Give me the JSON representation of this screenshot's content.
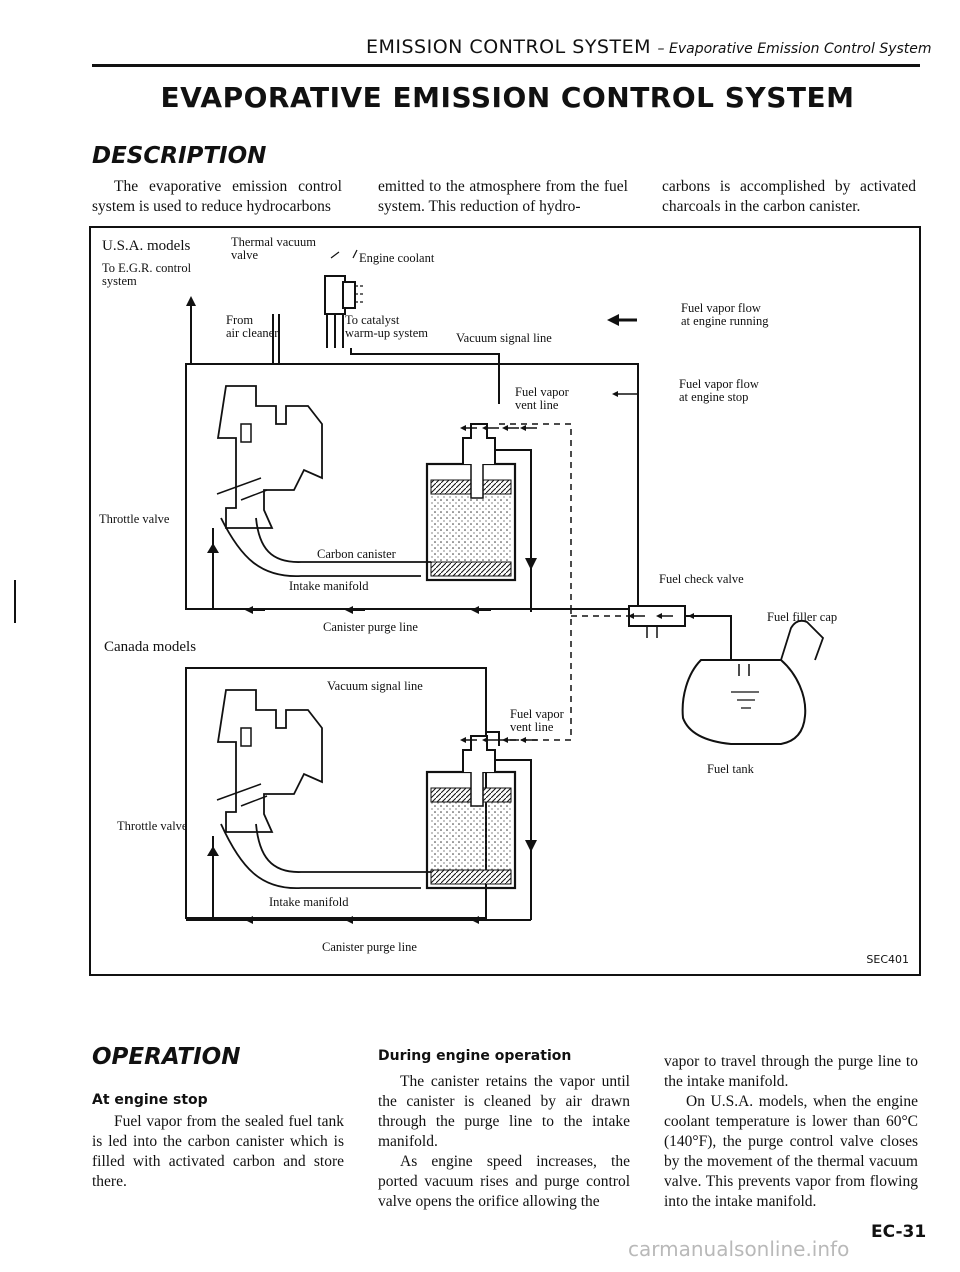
{
  "header": {
    "section": "EMISSION CONTROL SYSTEM",
    "subsection": "– Evaporative Emission Control System"
  },
  "title": "EVAPORATIVE EMISSION CONTROL SYSTEM",
  "description": {
    "heading": "DESCRIPTION",
    "col1": "The evaporative emission control system is used to reduce hydrocarbons",
    "col2": "emitted to the atmosphere from the fuel system. This reduction of hydro-",
    "col3": "carbons is accomplished by activated charcoals in the carbon canister."
  },
  "figure": {
    "usa_models": "U.S.A. models",
    "canada_models": "Canada models",
    "thermal_vacuum_valve": "Thermal vacuum\nvalve",
    "engine_coolant": "Engine coolant",
    "to_egr": "To E.G.R. control\nsystem",
    "from_air_cleaner": "From\nair cleaner",
    "to_catalyst": "To catalyst\nwarm-up system",
    "vacuum_signal_line": "Vacuum signal line",
    "fuel_vapor_vent_line": "Fuel vapor\nvent line",
    "throttle_valve": "Throttle valve",
    "carbon_canister": "Carbon canister",
    "intake_manifold": "Intake manifold",
    "canister_purge_line": "Canister purge line",
    "legend_running": "Fuel vapor flow\nat engine running",
    "legend_stop": "Fuel vapor flow\nat engine stop",
    "fuel_check_valve": "Fuel check valve",
    "fuel_filler_cap": "Fuel filler cap",
    "fuel_tank": "Fuel tank",
    "code": "SEC401"
  },
  "operation": {
    "heading": "OPERATION",
    "engine_stop_heading": "At engine stop",
    "engine_stop_text": "Fuel vapor from the sealed fuel tank is led into the carbon canister which is filled with activated carbon and store there.",
    "during_heading": "During engine operation",
    "during_p1": "The canister retains the vapor until the canister is cleaned by air drawn through the purge line to the intake manifold.",
    "during_p2": "As engine speed increases, the ported vacuum rises and purge control valve opens the orifice allowing the",
    "col3_p1": "vapor to travel through the purge line to the intake manifold.",
    "col3_p2": "On U.S.A. models, when the engine coolant temperature is lower than 60°C (140°F), the purge control valve closes by the movement of the thermal vacuum valve. This prevents vapor from flowing into the intake manifold."
  },
  "page_number": "EC-31",
  "watermark": "carmanualsonline.info"
}
